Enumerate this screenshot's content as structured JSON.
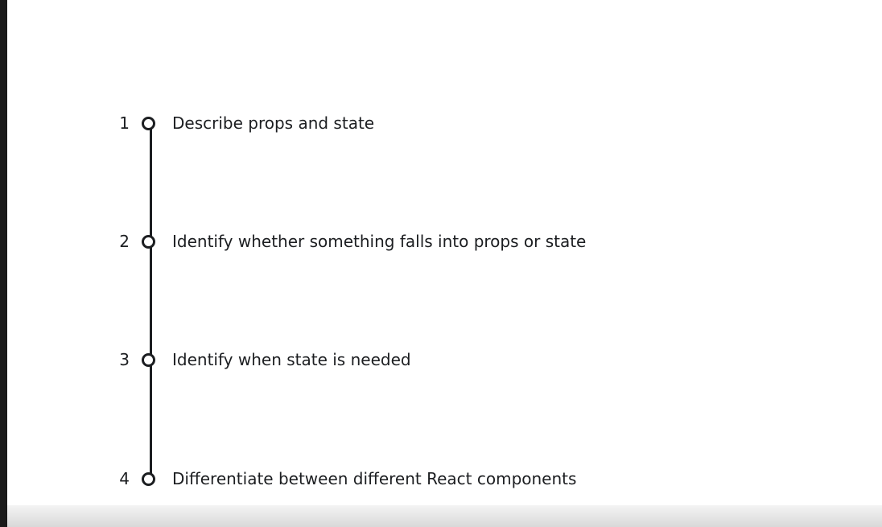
{
  "steps": [
    {
      "number": "1",
      "text": "Describe props and state"
    },
    {
      "number": "2",
      "text": "Identify whether something falls into props or state"
    },
    {
      "number": "3",
      "text": "Identify when state is needed"
    },
    {
      "number": "4",
      "text": "Differentiate between different React components"
    }
  ]
}
